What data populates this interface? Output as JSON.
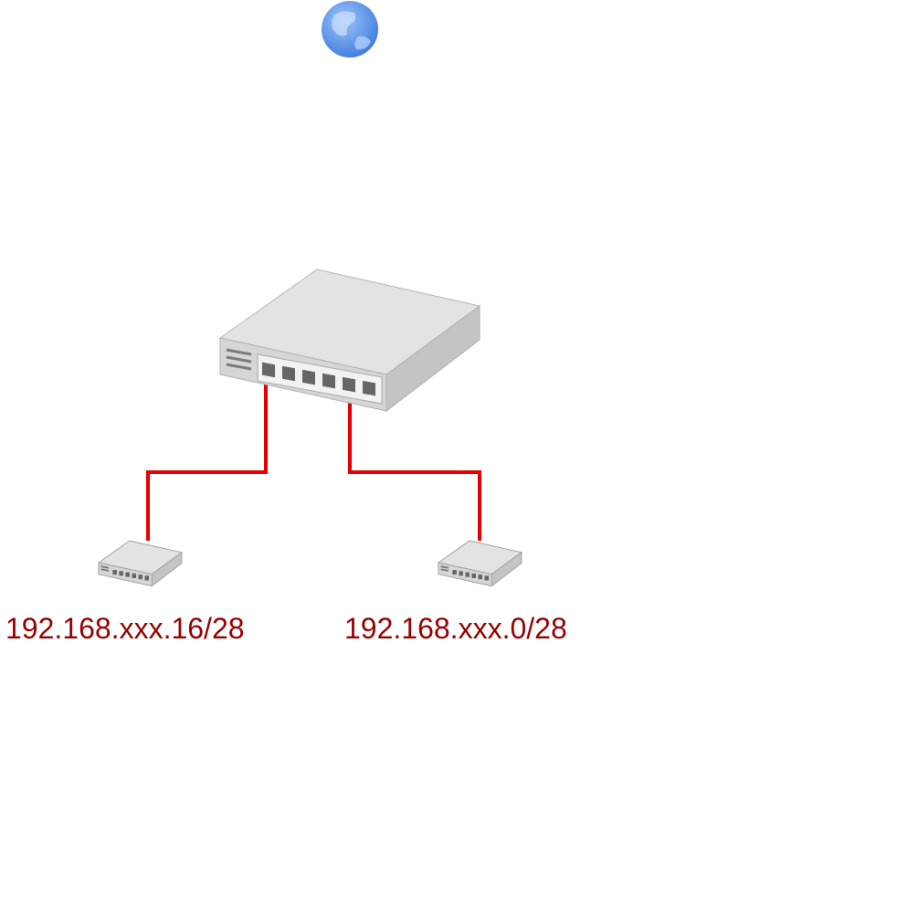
{
  "colors": {
    "link": "#e60000",
    "label": "#990000",
    "globe_light": "#9fc4f7",
    "globe_dark": "#3d7be0",
    "device_top": "#e3e3e3",
    "device_side": "#c4c4c4",
    "device_front": "#d6d6d6",
    "port": "#666666"
  },
  "nodes": {
    "internet": {
      "icon": "globe-icon"
    },
    "core_switch": {
      "icon": "network-switch-icon"
    },
    "switch_left": {
      "icon": "network-switch-icon",
      "subnet": "192.168.xxx.16/28"
    },
    "switch_right": {
      "icon": "network-switch-icon",
      "subnet": "192.168.xxx.0/28"
    }
  },
  "links": [
    {
      "from": "core_switch",
      "to": "switch_left"
    },
    {
      "from": "core_switch",
      "to": "switch_right"
    }
  ]
}
